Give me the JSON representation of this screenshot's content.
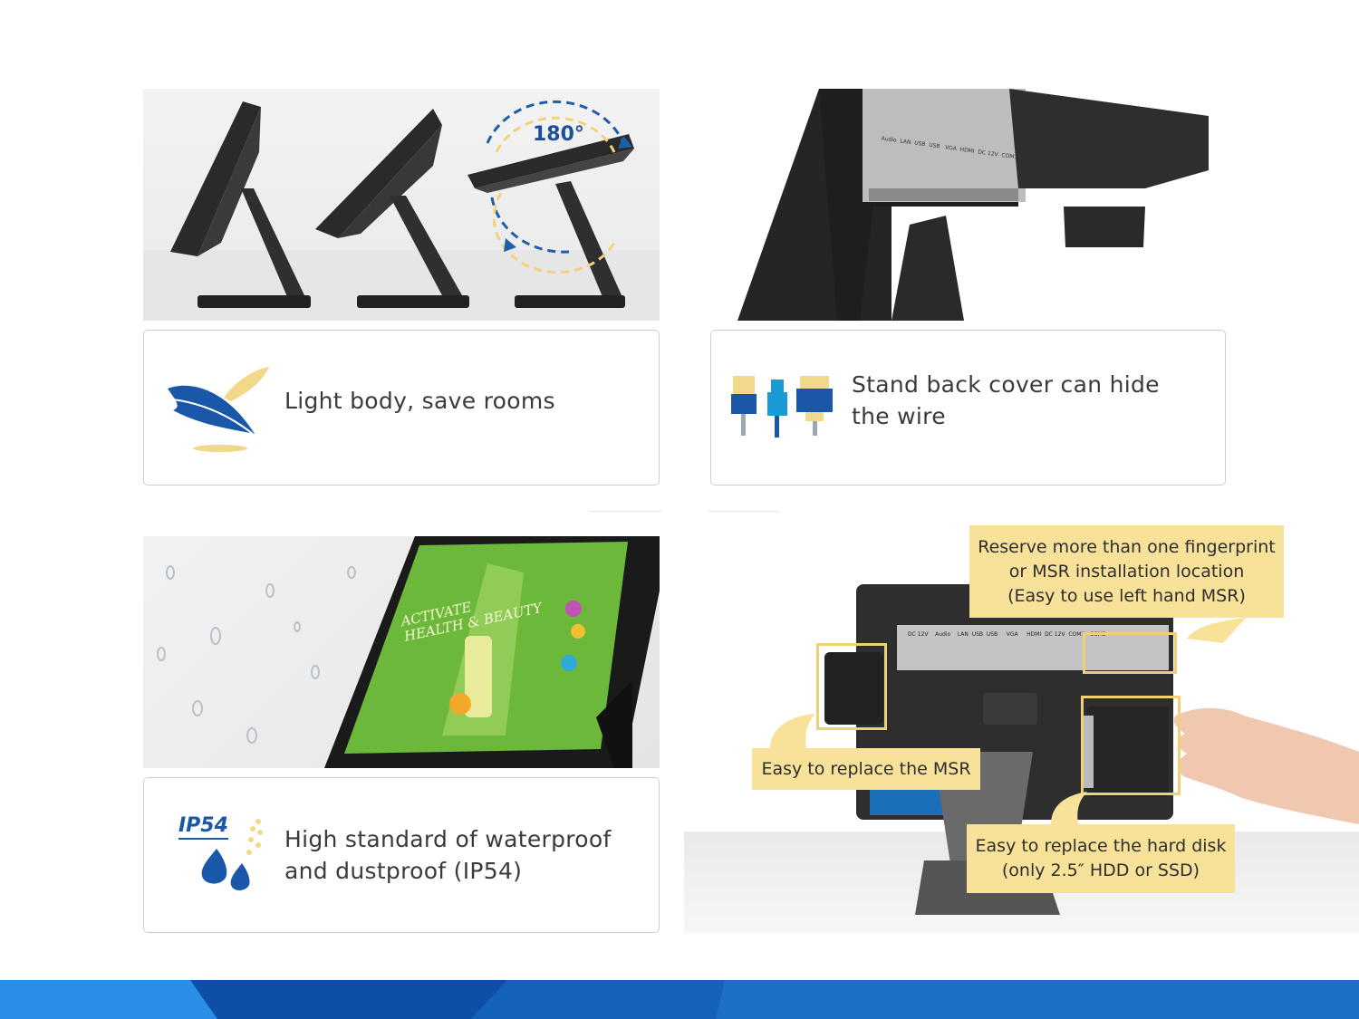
{
  "features": [
    {
      "id": "light-body",
      "text": "Light body, save rooms",
      "icon": "feather-icon"
    },
    {
      "id": "stand-cover",
      "text": "Stand back cover can hide the wire",
      "icon": "cable-connectors-icon"
    },
    {
      "id": "waterproof",
      "text": "High standard of waterproof and dustproof (IP54)",
      "icon": "water-drops-icon"
    }
  ],
  "rotation_label": "180°",
  "ip_badge": "IP54",
  "port_labels": {
    "l1": "DC 12V",
    "l2": "Audio",
    "l3": "LAN",
    "l4": "USB",
    "l5": "USB",
    "l6": "VGA",
    "l7": "HDMI",
    "l8": "DC 12V",
    "l9": "COM1",
    "l10": "COM2"
  },
  "screen_text": {
    "line1": "ACTIVATE",
    "line2": "HEALTH & BEAUTY"
  },
  "callouts": {
    "fingerprint": [
      "Reserve more than one fingerprint",
      "or MSR installation location",
      "(Easy to use left hand MSR)"
    ],
    "msr": "Easy to replace the MSR",
    "hdd": [
      "Easy to replace the hard disk",
      "(only 2.5″ HDD or SSD)"
    ]
  },
  "colors": {
    "accent_blue": "#1565c0",
    "callout_yellow": "#f8e29a",
    "footer_blue": "#1d72c9"
  }
}
